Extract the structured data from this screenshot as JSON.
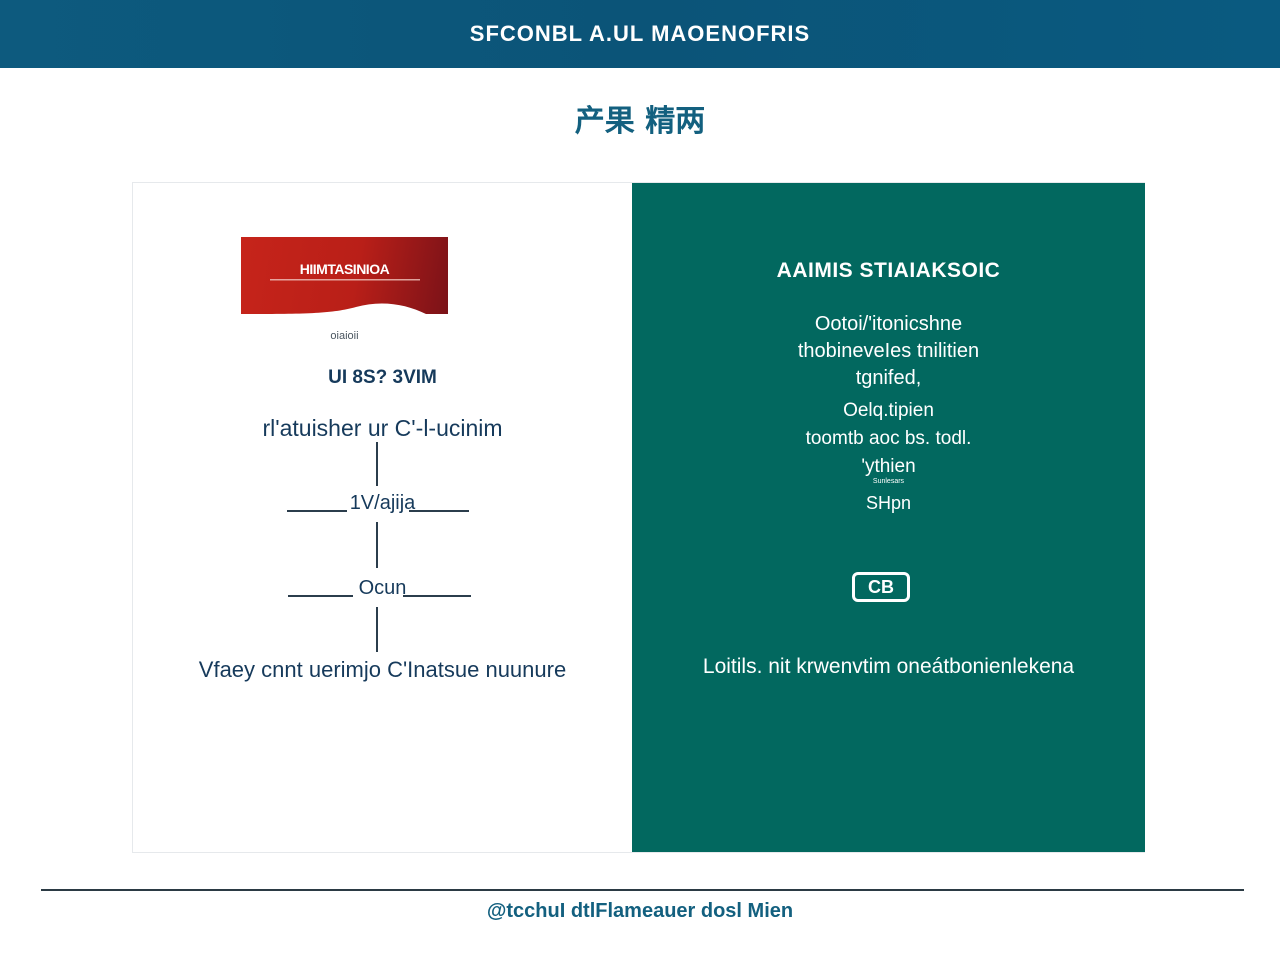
{
  "header": {
    "title": "SFCONBL A.UL MAOENOFRIS"
  },
  "subtitle": "产果 精两",
  "left_panel": {
    "logo_text": "HIIMTASINIOA",
    "logo_caption": "oiaioii",
    "heading": "UI 8S? 3VIM",
    "line1": "rl'atuisher ur C'-l-ucinim",
    "node1": "1V/ajija",
    "node2": "Ocun",
    "footer": "Vfaey cnnt uerimjo C'Inatsue nuunure"
  },
  "right_panel": {
    "title": "AAIMIS STIAIAKSOIC",
    "block_lines": [
      "Ootoi/'itonicshne",
      "thobineveIes tnilitien",
      "tgnifed,"
    ],
    "block2_lines": [
      "Oelq.tipien",
      "toomtb aoc bs. todl.",
      "'ythien"
    ],
    "small_text": "Sunlesars",
    "sign": "SHpn",
    "icon_label": "CB",
    "footer": "Loitils. nit krwenvtim oneátbonienlekena"
  },
  "credit": "@tcchuI dtlFlameauer dosl Mien",
  "colors": {
    "header_bg": "#0b5478",
    "accent_red": "#c6241a",
    "panel_green": "#02685f",
    "text_navy": "#163a5b"
  }
}
